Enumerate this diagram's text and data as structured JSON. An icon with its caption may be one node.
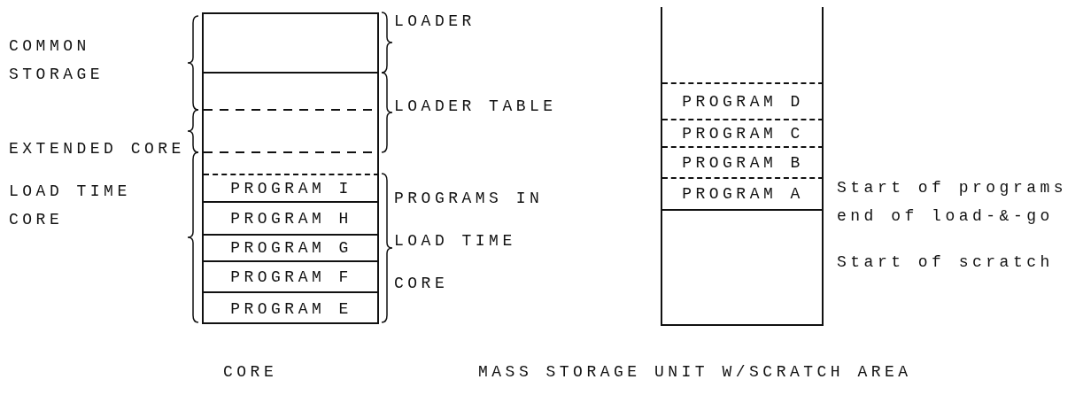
{
  "diagram": {
    "nodes": [
      {
        "text": [],
        "shape": "box",
        "beside": [
          "CORE"
        ]
      },
      {
        "text": [
          "PROGRAM I"
        ],
        "in": 0
      },
      {
        "text": [
          "PROGRAM H"
        ],
        "in": 0
      },
      {
        "text": [
          "PROGRAM G"
        ],
        "in": 0
      },
      {
        "text": [
          "PROGRAM F"
        ],
        "in": 0
      },
      {
        "text": [
          "PROGRAM E"
        ],
        "in": 0
      },
      {
        "text": [],
        "shape": "box",
        "beside": [
          "MASS STORAGE UNIT W/SCRATCH AREA"
        ]
      },
      {
        "text": [
          "PROGRAM D"
        ],
        "in": 6
      },
      {
        "text": [
          "PROGRAM C"
        ],
        "in": 6
      },
      {
        "text": [
          "PROGRAM B"
        ],
        "in": 6
      },
      {
        "text": [
          "PROGRAM A"
        ],
        "in": 6
      }
    ],
    "edges": [],
    "labels": [
      "LOADER",
      "COMMON STORAGE",
      "LOADER TABLE",
      "EXTENDED CORE",
      "LOAD TIME CORE",
      "PROGRAMS IN LOAD TIME CORE",
      "Start of programs end of load-&-go",
      "Start of scratch"
    ]
  }
}
